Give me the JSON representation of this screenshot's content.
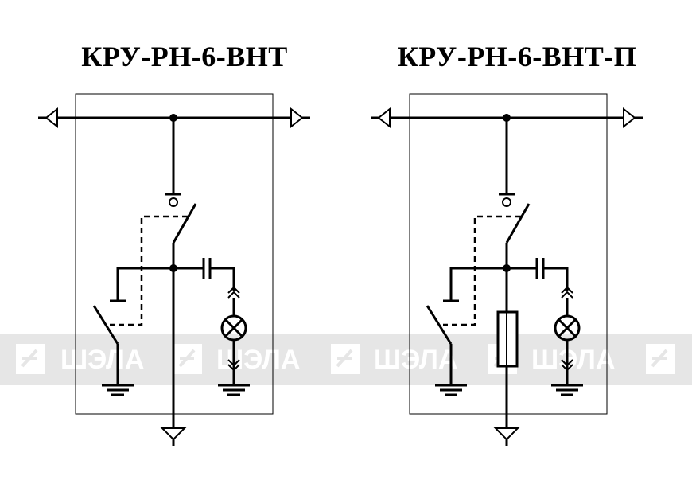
{
  "diagrams": [
    {
      "title": "КРУ-РН-6-ВНТ"
    },
    {
      "title": "КРУ-РН-6-ВНТ-П"
    }
  ],
  "watermark": {
    "text": "ШЭЛА",
    "band_color": "#e6e6e6",
    "text_color": "#ffffff"
  },
  "colors": {
    "line": "#000000",
    "background": "#ffffff"
  }
}
